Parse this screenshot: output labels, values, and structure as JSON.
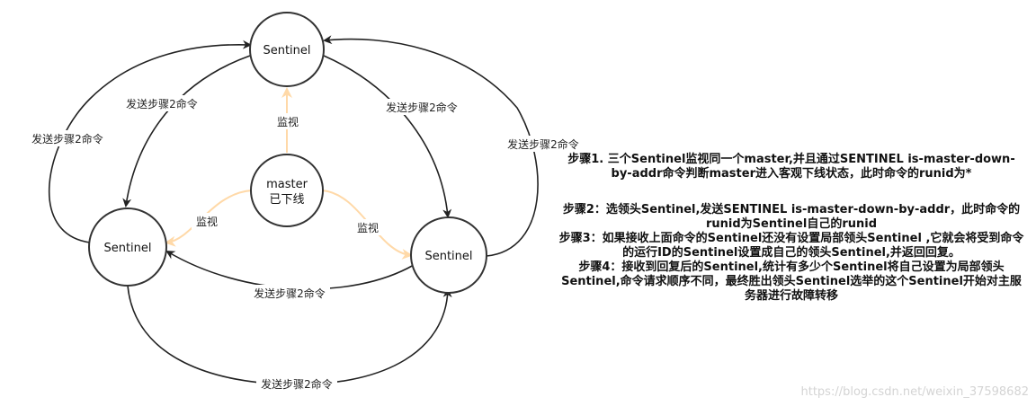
{
  "nodes": {
    "sentinel_top": "Sentinel",
    "sentinel_left": "Sentinel",
    "sentinel_right": "Sentinel",
    "master_line1": "master",
    "master_line2": "已下线"
  },
  "edges": {
    "monitor_top": "监视",
    "monitor_left": "监视",
    "monitor_right": "监视",
    "send_left_inner": "发送步骤2命令",
    "send_left_outer": "发送步骤2命令",
    "send_right_inner": "发送步骤2命令",
    "send_right_outer": "发送步骤2命令",
    "send_middle": "发送步骤2命令",
    "send_bottom": "发送步骤2命令"
  },
  "steps": {
    "step1": "步骤1. 三个Sentinel监视同一个master,并且通过SENTINEL is-master-down-by-addr命令判断master进入客观下线状态，此时命令的runid为*",
    "step2": "步骤2：选领头Sentinel,发送SENTINEL is-master-down-by-addr，此时命令的runid为Sentinel自己的runid",
    "step3": "步骤3：如果接收上面命令的Sentinel还没有设置局部领头Sentinel ,它就会将受到命令的运行ID的Sentinel设置成自己的领头Sentinel,并返回回复。",
    "step4": "步骤4：接收到回复后的Sentinel,统计有多少个Sentinel将自己设置为局部领头Sentinel,命令请求顺序不同，最终胜出领头Sentinel选举的这个Sentinel开始对主服务器进行故障转移"
  },
  "watermark": "https://blog.csdn.net/weixin_37598682",
  "colors": {
    "node_stroke": "#333333",
    "black_arrow": "#222222",
    "monitor_arrow": "#ffd9a8"
  }
}
